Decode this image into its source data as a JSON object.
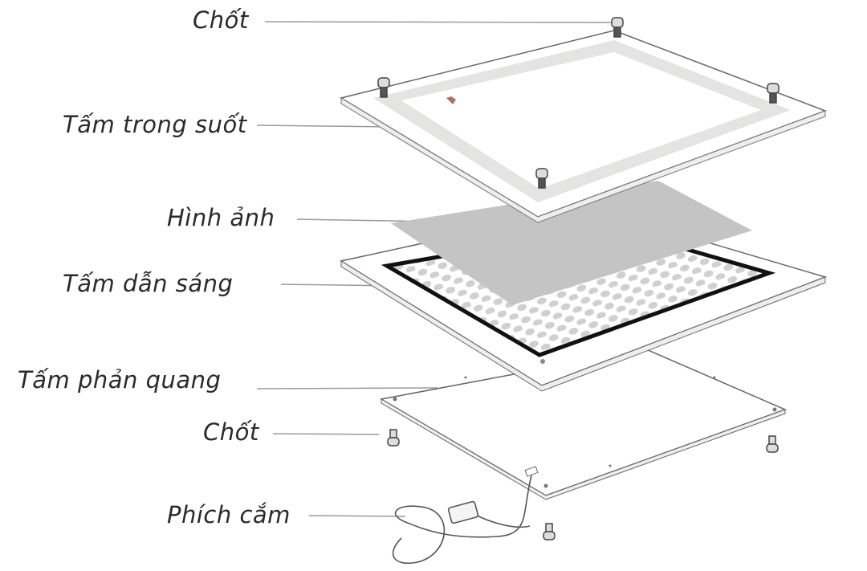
{
  "labels": {
    "pin_top": "Chốt",
    "clear_plate": "Tấm trong suốt",
    "image": "Hình ảnh",
    "light_guide": "Tấm dẫn sáng",
    "reflector": "Tấm phản quang",
    "pin_bottom": "Chốt",
    "plug": "Phích cắm"
  },
  "colors": {
    "line": "#555555",
    "image_sheet": "#c4c4c4",
    "frame_band": "#e4e4e2",
    "dot": "#d0d0d0"
  }
}
